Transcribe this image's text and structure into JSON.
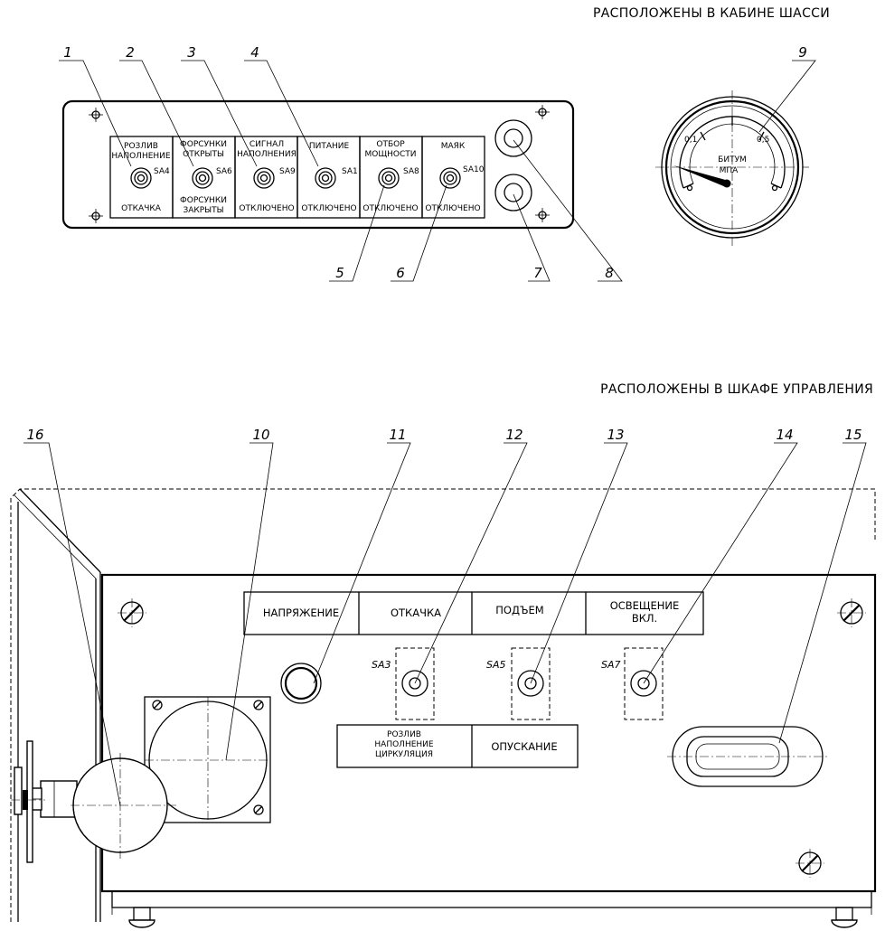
{
  "captions": {
    "cab": "РАСПОЛОЖЕНЫ В КАБИНЕ ШАССИ",
    "cabinet": "РАСПОЛОЖЕНЫ В ШКАФЕ УПРАВЛЕНИЯ"
  },
  "cab_panel": {
    "switches": [
      {
        "top": [
          "РОЗЛИВ",
          "НАПОЛНЕНИЕ"
        ],
        "tag": "SA4",
        "bottom": [
          "ОТКАЧКА"
        ]
      },
      {
        "top": [
          "ФОРСУНКИ",
          "ОТКРЫТЫ"
        ],
        "tag": "SA6",
        "bottom": [
          "ФОРСУНКИ",
          "ЗАКРЫТЫ"
        ]
      },
      {
        "top": [
          "СИГНАЛ",
          "НАПОЛНЕНИЯ"
        ],
        "tag": "SA9",
        "bottom": [
          "ОТКЛЮЧЕНО"
        ]
      },
      {
        "top": [
          "ПИТАНИЕ"
        ],
        "tag": "SA1",
        "bottom": [
          "ОТКЛЮЧЕНО"
        ]
      },
      {
        "top": [
          "ОТБОР",
          "МОЩНОСТИ"
        ],
        "tag": "SA8",
        "bottom": [
          "ОТКЛЮЧЕНО"
        ]
      },
      {
        "top": [
          "МАЯК"
        ],
        "tag": "SA10",
        "bottom": [
          "ОТКЛЮЧЕНО"
        ]
      }
    ]
  },
  "gauge": {
    "scale_min": "0,1",
    "scale_max": "0,5",
    "label_top": "БИТУМ",
    "label_bottom": "МПА"
  },
  "cabinet_panel": {
    "top_plates": [
      {
        "lines": [
          "НАПРЯЖЕНИЕ"
        ]
      },
      {
        "lines": [
          "ОТКАЧКА"
        ]
      },
      {
        "lines": [
          "ПОДЪЕМ"
        ]
      },
      {
        "lines": [
          "ОСВЕЩЕНИЕ",
          "ВКЛ."
        ]
      }
    ],
    "bottom_plates": [
      {
        "lines": [
          "РОЗЛИВ",
          "НАПОЛНЕНИЕ",
          "ЦИРКУЛЯЦИЯ"
        ]
      },
      {
        "lines": [
          "ОПУСКАНИЕ"
        ]
      }
    ],
    "switch_tags": [
      "SA3",
      "SA5",
      "SA7"
    ]
  },
  "callouts": [
    "1",
    "2",
    "3",
    "4",
    "5",
    "6",
    "7",
    "8",
    "9",
    "10",
    "11",
    "12",
    "13",
    "14",
    "15",
    "16"
  ]
}
